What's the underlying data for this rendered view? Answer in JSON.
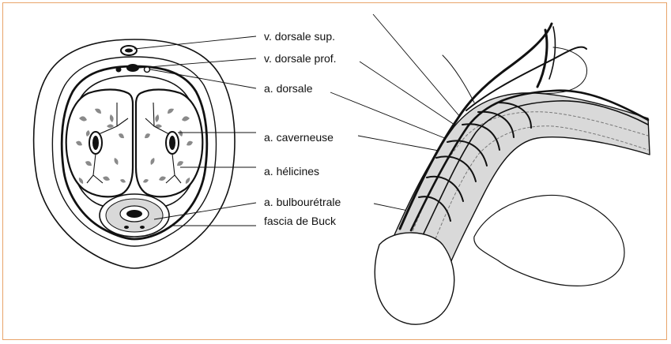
{
  "labels": {
    "v_dorsale_sup": "v. dorsale sup.",
    "v_dorsale_prof": "v. dorsale prof.",
    "a_dorsale": "a. dorsale",
    "a_caverneuse": "a. caverneuse",
    "a_helicines": "a. hélicines",
    "a_bulbouretrale": "a. bulbourétrale",
    "fascia_buck": "fascia de Buck"
  },
  "colors": {
    "frame": "#e8a46a",
    "tissue": "#d9d9d9",
    "outline": "#111111",
    "pattern": "#8a8a8a"
  }
}
